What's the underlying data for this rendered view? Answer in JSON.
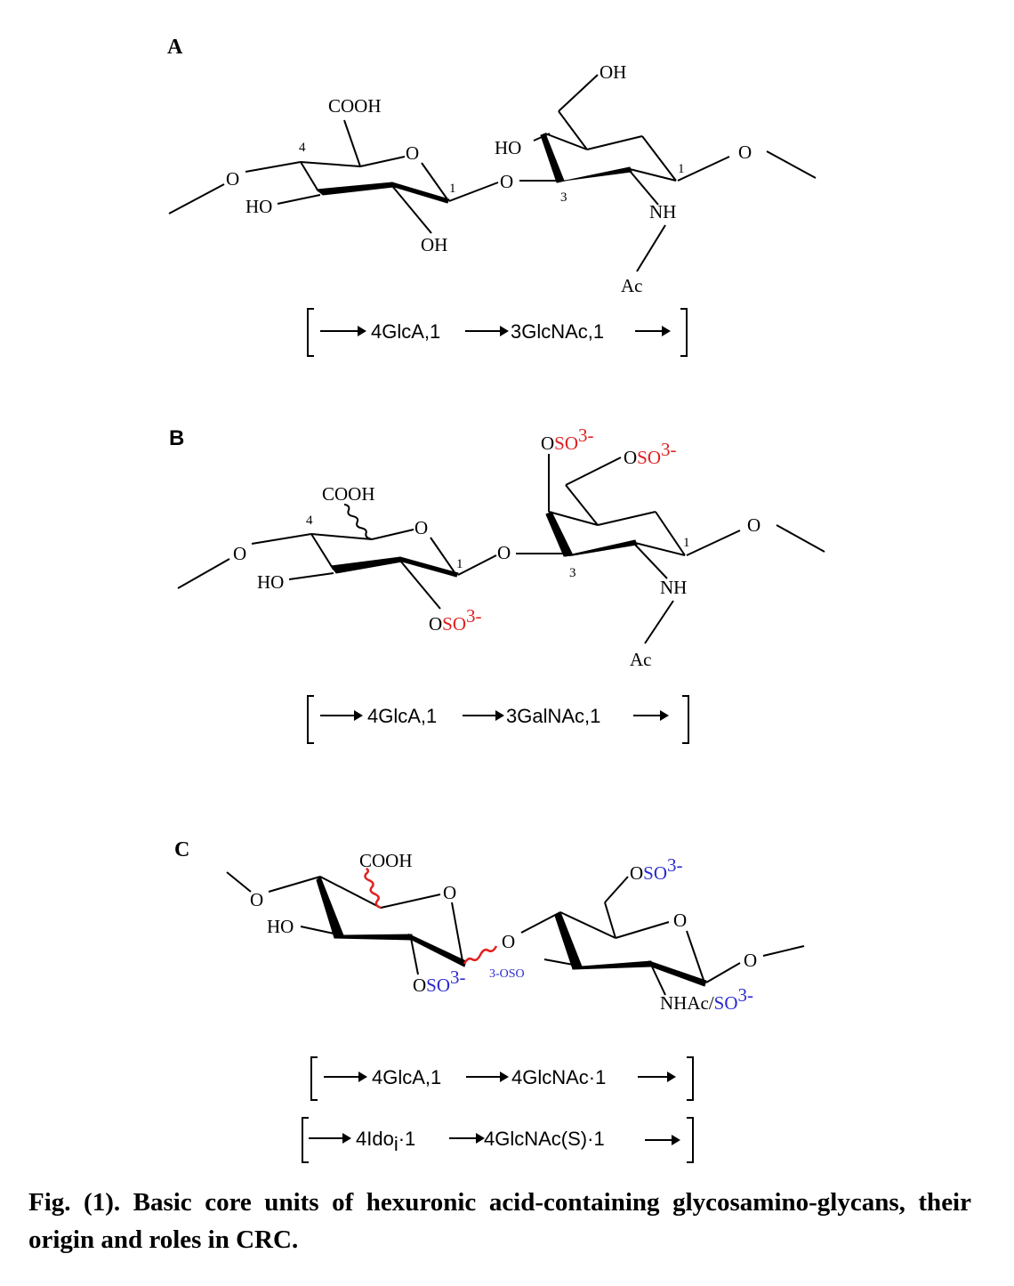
{
  "colors": {
    "red": "#e02020",
    "blue": "#2a2ad0",
    "black": "#000000"
  },
  "panel_a": {
    "label": "A",
    "atoms": {
      "oh_top": "OH",
      "cooh": "COOH",
      "ho_ring2": "HO",
      "o_ring1": "O",
      "o_left": "O",
      "o_right": "O",
      "o_link": "O",
      "ho_left": "HO",
      "oh_bottom": "OH",
      "nh": "NH",
      "ac": "Ac"
    },
    "numbers": {
      "n4": "4",
      "n1a": "1",
      "n1b": "1",
      "n3": "3"
    },
    "sequence": [
      "4GlcA,1",
      "3GlcNAc,1"
    ]
  },
  "panel_b": {
    "label": "B",
    "atoms": {
      "cooh": "COOH",
      "o_ring1": "O",
      "o_left": "O",
      "ho_left": "HO",
      "o_link": "O",
      "o_right": "O",
      "o_sulf_top": "O",
      "o_sulf_ch2": "O",
      "o_sulf_bottom": "O",
      "so3": "SO",
      "charge": "3-",
      "nh": "NH",
      "ac": "Ac"
    },
    "numbers": {
      "n4": "4",
      "n1a": "1",
      "n1b": "1",
      "n3": "3"
    },
    "sequence": [
      "4GlcA,1",
      "3GalNAc,1"
    ]
  },
  "panel_c": {
    "label": "C",
    "atoms": {
      "cooh": "COOH",
      "o_ring1": "O",
      "o_ring2": "O",
      "o_left": "O",
      "ho_left": "HO",
      "o_link": "O",
      "o_right": "O",
      "o_sulf_ch2": "O",
      "o_sulf_bottom": "O",
      "so3": "SO",
      "charge": "3-",
      "oso_prefix": "3-OSO",
      "nhac": "NHAc/",
      "so3_nhac": "SO",
      "charge_nhac": "3-"
    },
    "sequence_1": [
      "4GlcA,1",
      "4GlcNAc·1"
    ],
    "sequence_2": [
      "4Ido",
      "i",
      "·1",
      "4GlcNAc(S)·1"
    ]
  },
  "caption": "Fig. (1). Basic core units of hexuronic acid-containing glycosamino-glycans, their origin and roles in CRC."
}
